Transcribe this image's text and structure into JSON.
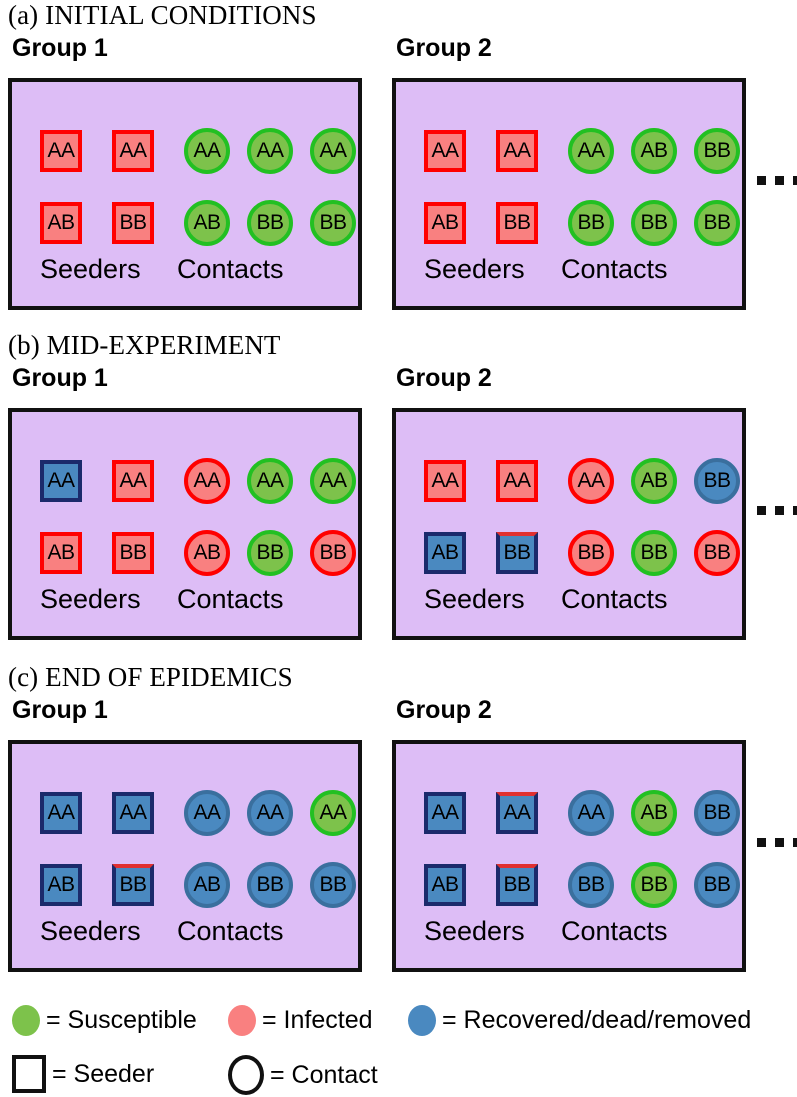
{
  "panels": [
    {
      "id": "initial-conditions",
      "title": "(a) INITIAL CONDITIONS",
      "groups": [
        {
          "label": "Group 1",
          "seeders_label": "Seeders",
          "contacts_label": "Contacts",
          "seeders": [
            {
              "genotype": "AA",
              "state": "infected"
            },
            {
              "genotype": "AA",
              "state": "infected"
            },
            {
              "genotype": "AB",
              "state": "infected"
            },
            {
              "genotype": "BB",
              "state": "infected"
            }
          ],
          "contacts": [
            {
              "genotype": "AA",
              "state": "susceptible"
            },
            {
              "genotype": "AA",
              "state": "susceptible"
            },
            {
              "genotype": "AA",
              "state": "susceptible"
            },
            {
              "genotype": "AB",
              "state": "susceptible"
            },
            {
              "genotype": "BB",
              "state": "susceptible"
            },
            {
              "genotype": "BB",
              "state": "susceptible"
            }
          ]
        },
        {
          "label": "Group 2",
          "seeders_label": "Seeders",
          "contacts_label": "Contacts",
          "seeders": [
            {
              "genotype": "AA",
              "state": "infected"
            },
            {
              "genotype": "AA",
              "state": "infected"
            },
            {
              "genotype": "AB",
              "state": "infected"
            },
            {
              "genotype": "BB",
              "state": "infected"
            }
          ],
          "contacts": [
            {
              "genotype": "AA",
              "state": "susceptible"
            },
            {
              "genotype": "AB",
              "state": "susceptible"
            },
            {
              "genotype": "BB",
              "state": "susceptible"
            },
            {
              "genotype": "BB",
              "state": "susceptible"
            },
            {
              "genotype": "BB",
              "state": "susceptible"
            },
            {
              "genotype": "BB",
              "state": "susceptible"
            }
          ]
        }
      ]
    },
    {
      "id": "mid-experiment",
      "title": "(b) MID-EXPERIMENT",
      "groups": [
        {
          "label": "Group 1",
          "seeders_label": "Seeders",
          "contacts_label": "Contacts",
          "seeders": [
            {
              "genotype": "AA",
              "state": "removed"
            },
            {
              "genotype": "AA",
              "state": "infected"
            },
            {
              "genotype": "AB",
              "state": "infected"
            },
            {
              "genotype": "BB",
              "state": "infected"
            }
          ],
          "contacts": [
            {
              "genotype": "AA",
              "state": "infected"
            },
            {
              "genotype": "AA",
              "state": "susceptible"
            },
            {
              "genotype": "AA",
              "state": "susceptible"
            },
            {
              "genotype": "AB",
              "state": "infected"
            },
            {
              "genotype": "BB",
              "state": "susceptible"
            },
            {
              "genotype": "BB",
              "state": "infected"
            }
          ]
        },
        {
          "label": "Group 2",
          "seeders_label": "Seeders",
          "contacts_label": "Contacts",
          "seeders": [
            {
              "genotype": "AA",
              "state": "infected"
            },
            {
              "genotype": "AA",
              "state": "infected"
            },
            {
              "genotype": "AB",
              "state": "removed"
            },
            {
              "genotype": "BB",
              "state": "removed",
              "red_top": true
            }
          ],
          "contacts": [
            {
              "genotype": "AA",
              "state": "infected"
            },
            {
              "genotype": "AB",
              "state": "susceptible"
            },
            {
              "genotype": "BB",
              "state": "removed"
            },
            {
              "genotype": "BB",
              "state": "infected"
            },
            {
              "genotype": "BB",
              "state": "susceptible"
            },
            {
              "genotype": "BB",
              "state": "infected"
            }
          ]
        }
      ]
    },
    {
      "id": "end-of-epidemics",
      "title": "(c) END OF EPIDEMICS",
      "groups": [
        {
          "label": "Group 1",
          "seeders_label": "Seeders",
          "contacts_label": "Contacts",
          "seeders": [
            {
              "genotype": "AA",
              "state": "removed"
            },
            {
              "genotype": "AA",
              "state": "removed"
            },
            {
              "genotype": "AB",
              "state": "removed"
            },
            {
              "genotype": "BB",
              "state": "removed",
              "red_top": true
            }
          ],
          "contacts": [
            {
              "genotype": "AA",
              "state": "removed"
            },
            {
              "genotype": "AA",
              "state": "removed"
            },
            {
              "genotype": "AA",
              "state": "susceptible"
            },
            {
              "genotype": "AB",
              "state": "removed"
            },
            {
              "genotype": "BB",
              "state": "removed"
            },
            {
              "genotype": "BB",
              "state": "removed"
            }
          ]
        },
        {
          "label": "Group 2",
          "seeders_label": "Seeders",
          "contacts_label": "Contacts",
          "seeders": [
            {
              "genotype": "AA",
              "state": "removed"
            },
            {
              "genotype": "AA",
              "state": "removed",
              "red_top": true
            },
            {
              "genotype": "AB",
              "state": "removed"
            },
            {
              "genotype": "BB",
              "state": "removed",
              "red_top": true
            }
          ],
          "contacts": [
            {
              "genotype": "AA",
              "state": "removed"
            },
            {
              "genotype": "AB",
              "state": "susceptible"
            },
            {
              "genotype": "BB",
              "state": "removed"
            },
            {
              "genotype": "BB",
              "state": "removed"
            },
            {
              "genotype": "BB",
              "state": "susceptible"
            },
            {
              "genotype": "BB",
              "state": "removed"
            }
          ]
        }
      ]
    }
  ],
  "ellipsis_symbol": "•••",
  "legend": {
    "states": [
      {
        "key": "susceptible",
        "text": "= Susceptible",
        "color": "#7DC24B"
      },
      {
        "key": "infected",
        "text": "= Infected",
        "color": "#F98080"
      },
      {
        "key": "removed",
        "text": "= Recovered/dead/removed",
        "color": "#4A89C0"
      }
    ],
    "shapes": [
      {
        "key": "seeder",
        "text": "= Seeder",
        "shape": "square"
      },
      {
        "key": "contact",
        "text": "= Contact",
        "shape": "circle"
      }
    ]
  },
  "colors": {
    "panel_background": "#DDBDF6",
    "panel_border": "#111111",
    "susceptible_fill": "#7DC24B",
    "susceptible_border": "#17A01C",
    "infected_fill": "#F98080",
    "infected_border": "#FF0000",
    "removed_fill": "#4A89C0",
    "removed_border": "#1B2A6B"
  }
}
